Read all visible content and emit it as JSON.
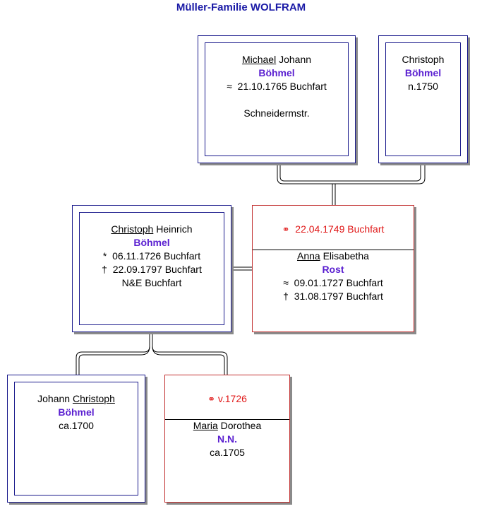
{
  "title": "Müller-Familie WOLFRAM",
  "symbols": {
    "baptism": "≈",
    "birth": "*",
    "death": "†",
    "marriage": "⚭"
  },
  "persons": {
    "michael": {
      "given_underlined": "Michael",
      "given_rest": " Johann",
      "surname": "Böhmel",
      "baptism": "21.10.1765 Buchfart",
      "occupation": "Schneidermstr."
    },
    "christoph_father": {
      "given": "Christoph",
      "surname": "Böhmel",
      "birth": "n.1750"
    },
    "christoph_heinrich": {
      "given_underlined": "Christoph",
      "given_rest": " Heinrich",
      "surname": "Böhmel",
      "birth": "06.11.1726 Buchfart",
      "death": "22.09.1797 Buchfart",
      "note": "N&E Buchfart"
    },
    "anna": {
      "marriage": "22.04.1749 Buchfart",
      "given_underlined": "Anna",
      "given_rest": " Elisabetha",
      "surname": "Rost",
      "baptism": "09.01.1727 Buchfart",
      "death": "31.08.1797 Buchfart"
    },
    "johann_christoph": {
      "given_rest": "Johann ",
      "given_underlined": "Christoph",
      "surname": "Böhmel",
      "birth": "ca.1700"
    },
    "maria": {
      "marriage": "v.1726",
      "given_underlined": "Maria",
      "given_rest": " Dorothea",
      "surname": "N.N.",
      "birth": "ca.1705"
    }
  },
  "colors": {
    "title": "#1a1aa6",
    "surname": "#5a1fd0",
    "marriage": "#e01818",
    "male_border": "#1a1a8c",
    "female_border": "#c23030"
  }
}
